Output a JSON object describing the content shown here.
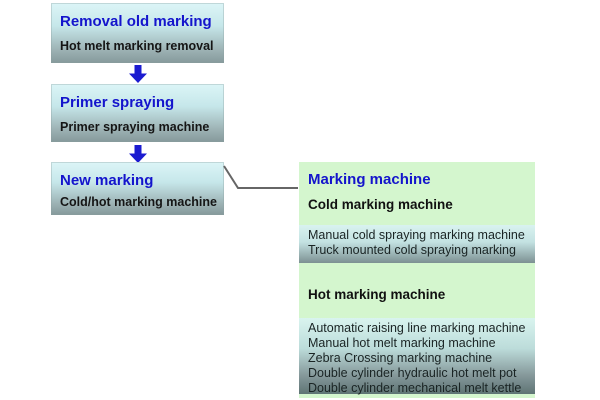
{
  "colors": {
    "heading_blue": "#1414cc",
    "box_gradient_top": "#dcf5f7",
    "box_gradient_bottom": "#85999b",
    "panel_green": "#d4f6ce",
    "subbox_gradient_top": "#d9f3f0",
    "subbox_gradient_bottom": "#5e7474",
    "arrow_blue": "#1b1bd0",
    "connector_gray": "#666666"
  },
  "flow_steps": [
    {
      "title": "Removal old marking",
      "subtitle": "Hot melt marking removal"
    },
    {
      "title": "Primer spraying",
      "subtitle": "Primer spraying machine"
    },
    {
      "title": "New marking",
      "subtitle": "Cold/hot marking machine"
    }
  ],
  "panel": {
    "title": "Marking machine",
    "sections": [
      {
        "heading": "Cold marking machine",
        "items": [
          "Manual cold spraying marking machine",
          "Truck mounted cold spraying marking"
        ]
      },
      {
        "heading": "Hot marking machine",
        "items": [
          "Automatic raising line marking machine",
          "Manual hot melt marking machine",
          "Zebra Crossing marking machine",
          "Double cylinder hydraulic hot melt pot",
          "Double cylinder mechanical melt kettle"
        ]
      }
    ]
  }
}
